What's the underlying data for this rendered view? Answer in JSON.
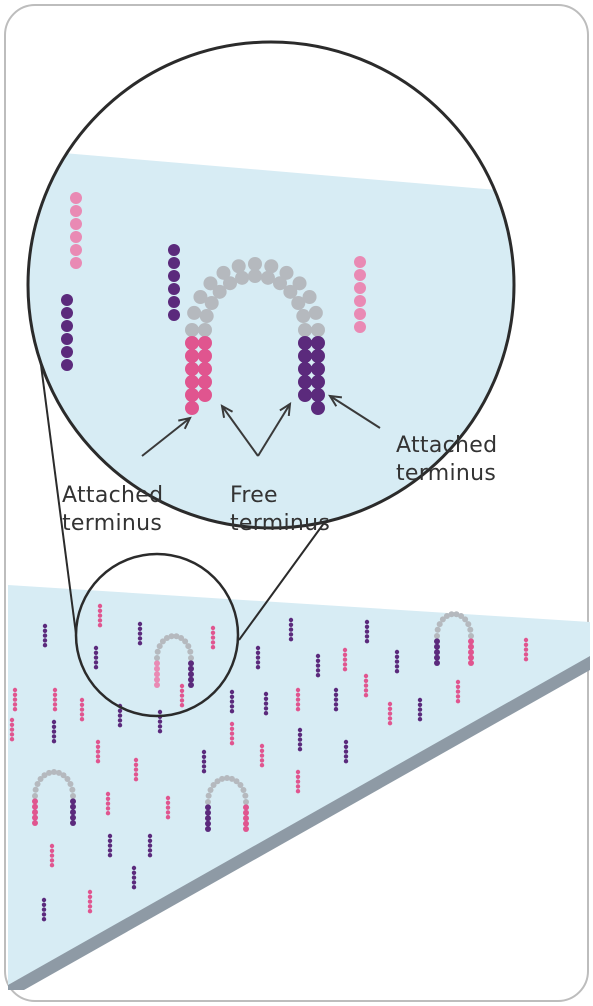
{
  "labels": {
    "attached_left": [
      "Attached",
      "terminus"
    ],
    "free": [
      "Free",
      "terminus"
    ],
    "attached_right": [
      "Attached",
      "terminus"
    ]
  },
  "colors": {
    "frame_border": "#bdbdbd",
    "surface": "#d7ecf4",
    "surface_edge": "#8e9aa5",
    "pink": "#e0558f",
    "pink_light": "#e98ab4",
    "purple": "#5b2a7c",
    "gray_bridge": "#b5b9be",
    "magnifier_outline": "#2b2b2b",
    "arrow": "#3a3a3a",
    "text": "#333333"
  }
}
